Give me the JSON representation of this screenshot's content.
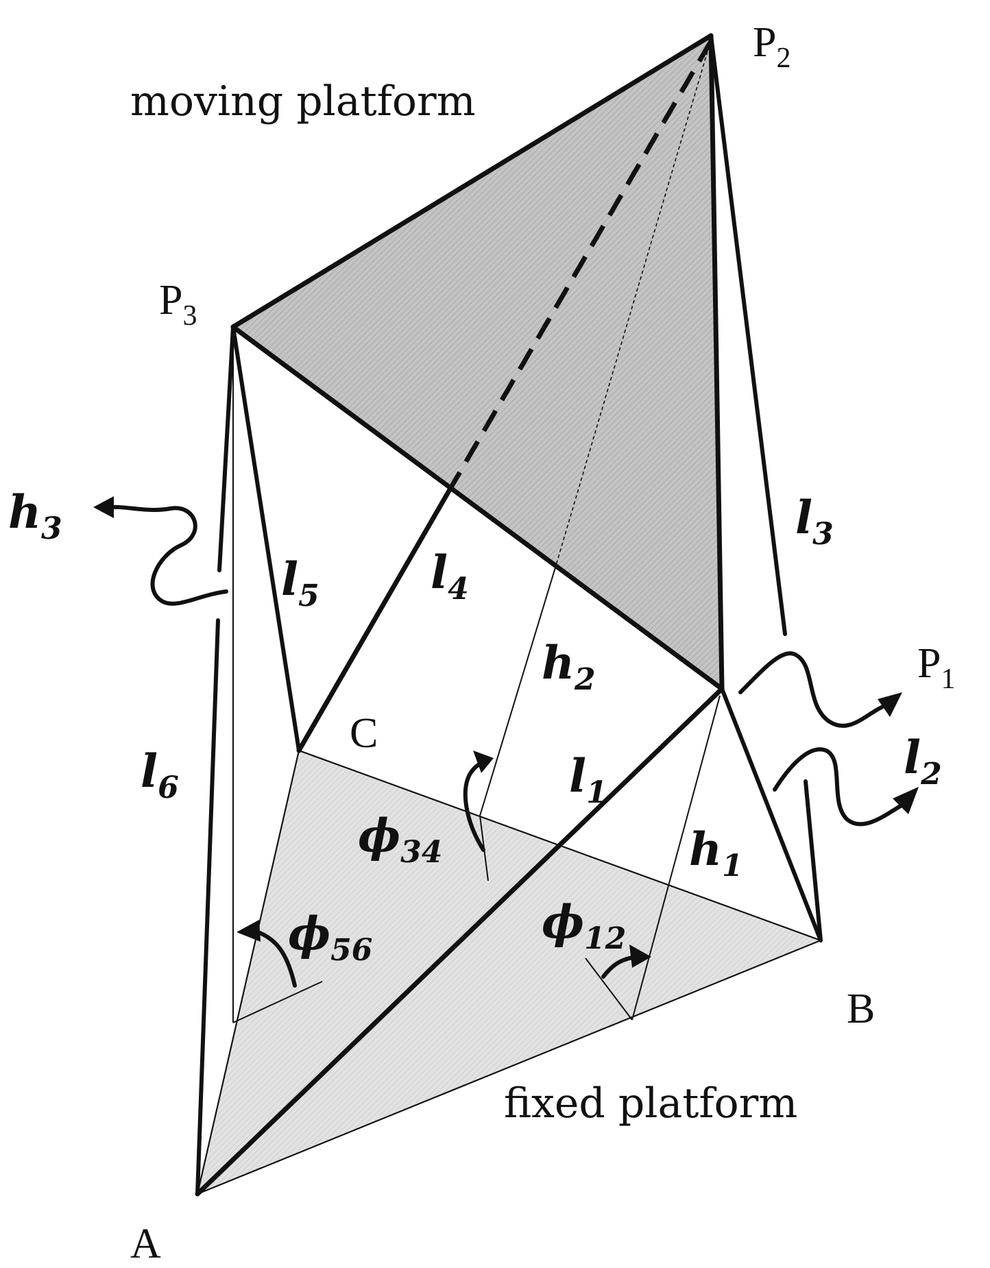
{
  "labels": {
    "moving_platform": "moving platform",
    "fixed_platform": "fixed platform",
    "points": {
      "p2": {
        "base": "P",
        "sub": "2"
      },
      "p3": {
        "base": "P",
        "sub": "3"
      },
      "p1": {
        "base": "P",
        "sub": "1"
      },
      "a": "A",
      "b": "B",
      "c": "C"
    },
    "legs": {
      "l1": {
        "base": "l",
        "sub": "1"
      },
      "l2": {
        "base": "l",
        "sub": "2"
      },
      "l3": {
        "base": "l",
        "sub": "3"
      },
      "l4": {
        "base": "l",
        "sub": "4"
      },
      "l5": {
        "base": "l",
        "sub": "5"
      },
      "l6": {
        "base": "l",
        "sub": "6"
      }
    },
    "heights": {
      "h1": {
        "base": "h",
        "sub": "1"
      },
      "h2": {
        "base": "h",
        "sub": "2"
      },
      "h3": {
        "base": "h",
        "sub": "3"
      }
    },
    "angles": {
      "phi12": {
        "base": "ϕ",
        "sub": "12"
      },
      "phi34": {
        "base": "ϕ",
        "sub": "34"
      },
      "phi56": {
        "base": "ϕ",
        "sub": "56"
      }
    }
  },
  "colors": {
    "moving_platform_fill": "#c4c4c4",
    "fixed_platform_fill": "#e2e2e2",
    "stroke": "#111111"
  }
}
